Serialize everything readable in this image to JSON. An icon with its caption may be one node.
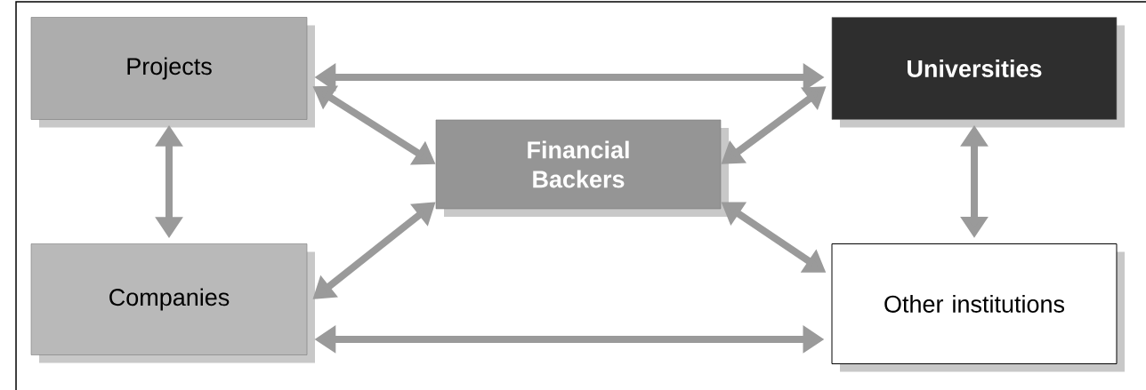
{
  "diagram": {
    "nodes": [
      {
        "text": [
          "Projects"
        ]
      },
      {
        "text": [
          "Universities"
        ]
      },
      {
        "text": [
          "Financial Backers"
        ]
      },
      {
        "text": [
          "Companies"
        ]
      },
      {
        "text": [
          "Other institutions"
        ]
      }
    ],
    "edges": [
      {
        "from": 0,
        "to": 1,
        "arrow": "both"
      },
      {
        "from": 0,
        "to": 2,
        "arrow": "both"
      },
      {
        "from": 1,
        "to": 2,
        "arrow": "both"
      },
      {
        "from": 0,
        "to": 3,
        "arrow": "both"
      },
      {
        "from": 1,
        "to": 4,
        "arrow": "both"
      },
      {
        "from": 3,
        "to": 2,
        "arrow": "both"
      },
      {
        "from": 4,
        "to": 2,
        "arrow": "both"
      },
      {
        "from": 3,
        "to": 4,
        "arrow": "both"
      }
    ]
  }
}
